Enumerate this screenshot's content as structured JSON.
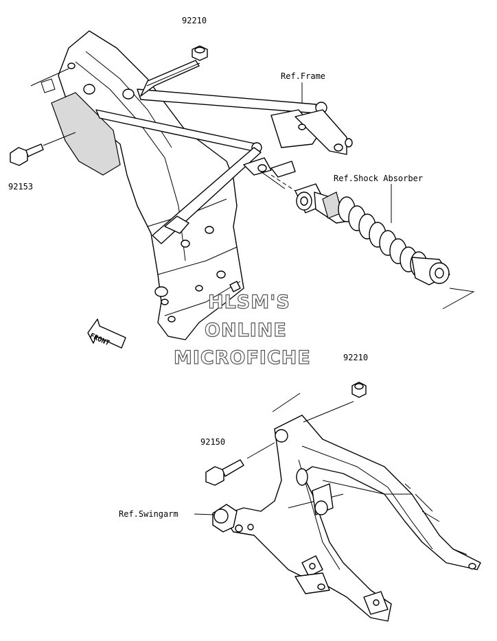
{
  "callouts": {
    "nut_top": "92210",
    "bolt_left": "92153",
    "ref_frame": "Ref.Frame",
    "ref_shock": "Ref.Shock Absorber",
    "nut_bottom": "92210",
    "bolt_bottom": "92150",
    "ref_swingarm": "Ref.Swingarm"
  },
  "direction_marker": "FRONT",
  "watermark": {
    "line1": "HLSM'S",
    "line2": "ONLINE",
    "line3": "MICROFICHE"
  }
}
